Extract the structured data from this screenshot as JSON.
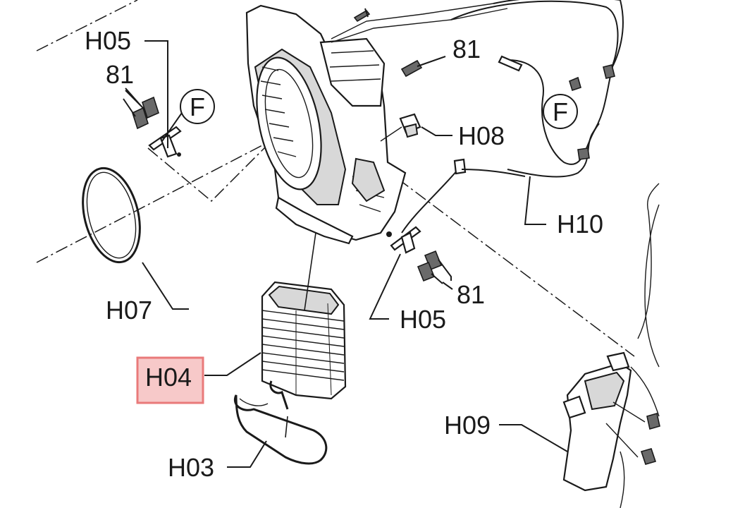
{
  "labels": {
    "h05_top": "H05",
    "num81_top_left": "81",
    "num81_top_right": "81",
    "f_left": "F",
    "f_right": "F",
    "h08": "H08",
    "h10": "H10",
    "h07": "H07",
    "h05_bottom": "H05",
    "num81_bottom": "81",
    "h04": "H04",
    "h03": "H03",
    "h09": "H09"
  },
  "highlight": {
    "part": "H04",
    "fill": "#f7c9c9",
    "border": "#e97a7a"
  }
}
